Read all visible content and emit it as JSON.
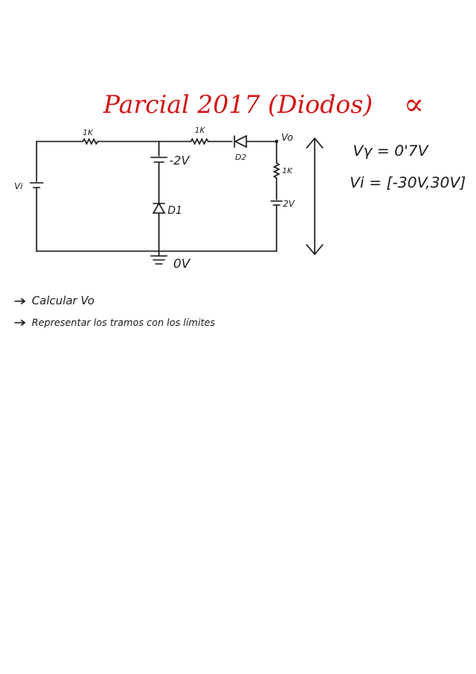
{
  "title": "Parcial 2017 (Diodos)",
  "title_mark": "∝",
  "circuit": {
    "r_left": "1K",
    "r_mid": "1K",
    "d2_label": "D2",
    "vo_label": "Vo",
    "source_label": "Vi",
    "battery_mid": "-2V",
    "d1_label": "D1",
    "r_right": "1K",
    "battery_right": "2V",
    "ground_label": "0V"
  },
  "params": {
    "vgamma": "Vγ = 0'7V",
    "vi_range": "Vi = [-30V,30V]"
  },
  "tasks": [
    "Calcular Vo",
    "Representar los tramos con los límites"
  ],
  "colors": {
    "title": "#d21414",
    "ink": "#1a1a1a"
  }
}
